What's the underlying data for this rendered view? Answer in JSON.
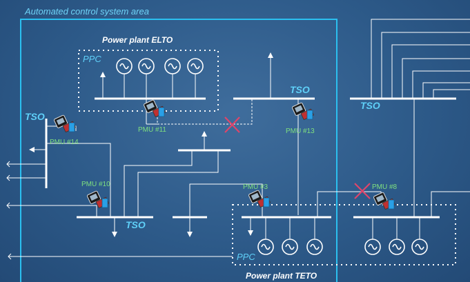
{
  "area": {
    "title": "Automated control system area"
  },
  "plants": {
    "elto": {
      "title": "Power plant ELTO",
      "ppc": "PPC"
    },
    "teto": {
      "title": "Power plant TETO",
      "ppc": "PPC"
    }
  },
  "tso": {
    "left": "TSO",
    "top_mid": "TSO",
    "right": "TSO",
    "bottom_left": "TSO"
  },
  "pmu": {
    "p14": "PMU #14",
    "p11": "PMU #11",
    "p13": "PMU #13",
    "p10": "PMU #10",
    "p3": "PMU #3",
    "p8": "PMU #8"
  },
  "colors": {
    "area_border": "#2bc0f0",
    "line": "#ffffff",
    "cut_marker": "#e0456a",
    "pmu_label": "#7fe07f",
    "label_cyan": "#5fd0f8"
  }
}
